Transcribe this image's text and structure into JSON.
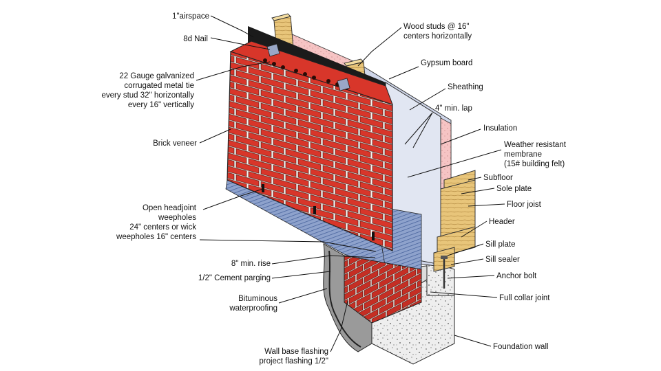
{
  "labels": {
    "airspace": "1\"airspace",
    "nail": "8d Nail",
    "tie": [
      "22 Gauge galvanized",
      "corrugated metal tie",
      "every stud 32\" horizontally",
      "every 16\" vertically"
    ],
    "brick_veneer": "Brick veneer",
    "weepholes": [
      "Open headjoint",
      "weepholes",
      "24\" centers or wick",
      "weepholes 16\" centers"
    ],
    "min_rise": "8\" min. rise",
    "parging": "1/2\" Cement parging",
    "waterproofing": [
      "Bituminous",
      "waterproofing"
    ],
    "base_flashing": [
      "Wall base flashing",
      "project flashing 1/2\""
    ],
    "wood_studs": [
      "Wood studs @ 16\"",
      "centers horizontally"
    ],
    "gypsum": "Gypsum board",
    "sheathing": "Sheathing",
    "min_lap": "4\" min. lap",
    "insulation": "Insulation",
    "membrane": [
      "Weather resistant",
      "membrane",
      "(15# building felt)"
    ],
    "subfloor": "Subfloor",
    "sole_plate": "Sole plate",
    "floor_joist": "Floor joist",
    "header": "Header",
    "sill_plate": "Sill plate",
    "sill_sealer": "Sill sealer",
    "anchor_bolt": "Anchor bolt",
    "collar_joint": "Full collar joint",
    "foundation": "Foundation wall"
  },
  "colors": {
    "brick": "#d8362a",
    "mortar": "#f4f2ee",
    "felt": "#1b1b1b",
    "gypsum": "#cfd6ea",
    "insulation": "#f6c4c4",
    "wood": "#e8c57a",
    "concrete": "#eeeeee",
    "flashing": "#6f86b8"
  }
}
